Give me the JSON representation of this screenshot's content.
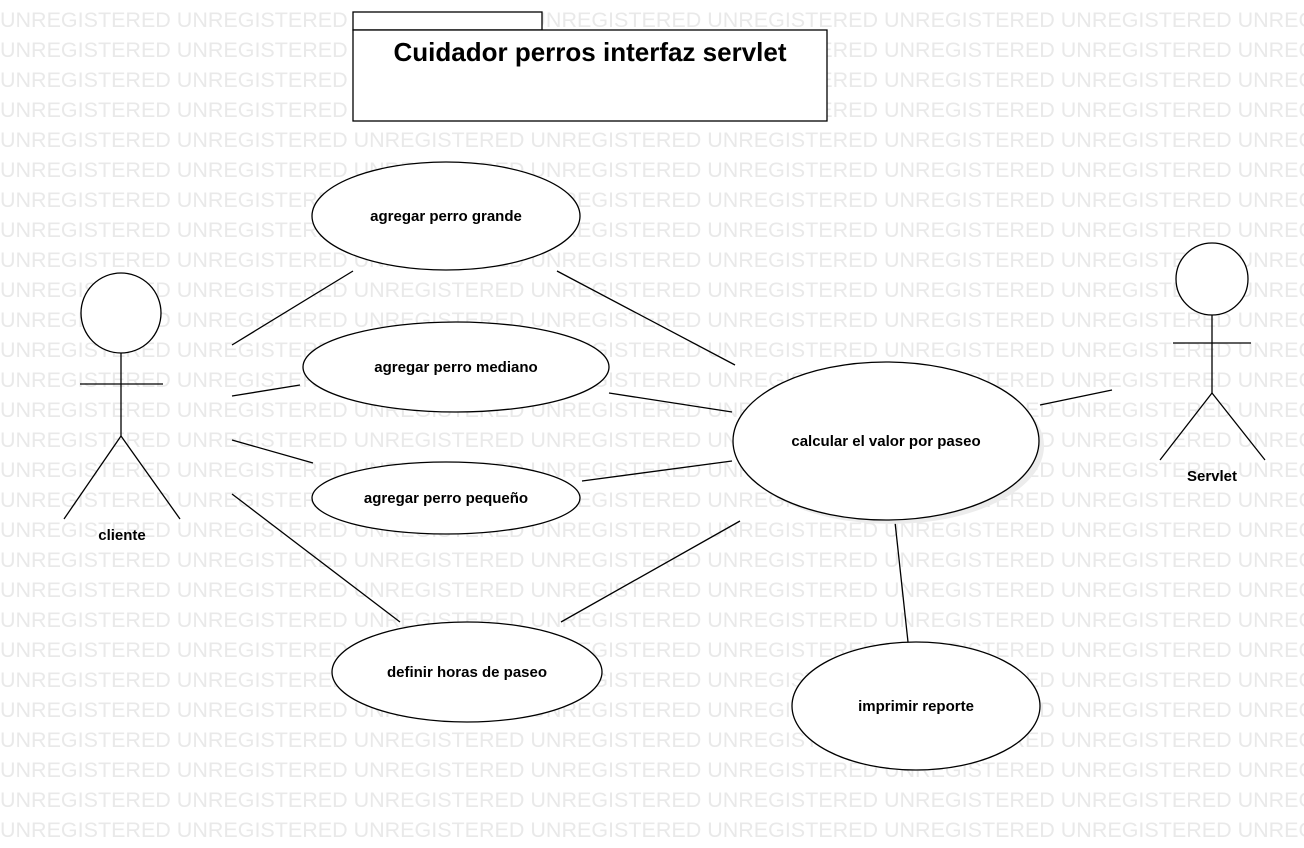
{
  "watermark": {
    "text": "UNREGISTERED",
    "color": "#e9e9e9"
  },
  "package": {
    "title": "Cuidador perros interfaz servlet"
  },
  "actors": {
    "cliente": {
      "label": "cliente",
      "icon": "stick-figure-icon"
    },
    "servlet": {
      "label": "Servlet",
      "icon": "stick-figure-icon"
    }
  },
  "use_cases": {
    "agregar_perro_grande": "agregar perro grande",
    "agregar_perro_mediano": "agregar perro mediano",
    "agregar_perro_pequeno": "agregar perro pequeño",
    "definir_horas_de_paseo": "definir horas de paseo",
    "calcular_valor_por_paseo": "calcular el valor por paseo",
    "imprimir_reporte": "imprimir reporte"
  },
  "colors": {
    "stroke": "#000000",
    "fill": "#ffffff",
    "shadow": "#d9d9d9"
  }
}
